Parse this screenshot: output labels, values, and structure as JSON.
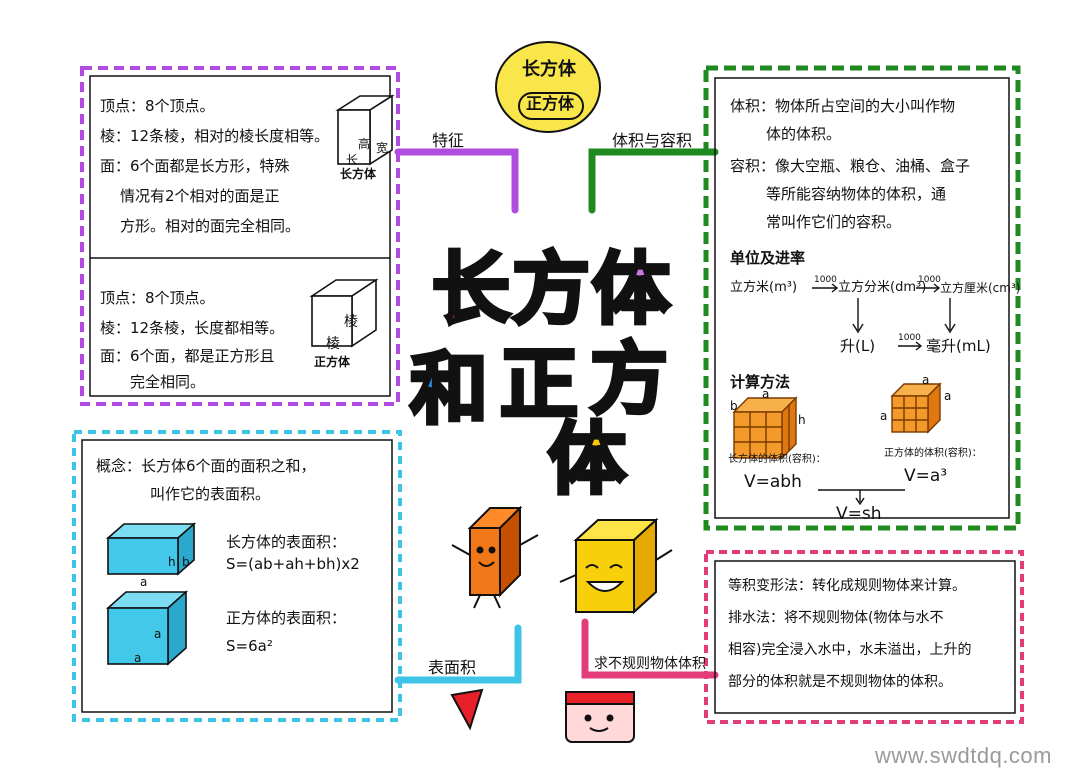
{
  "badge": {
    "top": "长方体",
    "bottom": "正方体"
  },
  "branches": {
    "features": "特征",
    "volume": "体积与容积",
    "surface": "表面积",
    "irregular": "求不规则物体体积"
  },
  "title": {
    "line1": [
      "长",
      "方",
      "体"
    ],
    "line2": [
      "和",
      "正",
      "方"
    ],
    "line3": [
      "体"
    ]
  },
  "features": {
    "cuboid": {
      "lines": [
        "顶点：8个顶点。",
        "棱：12条棱，相对的棱长度相等。",
        "面：6个面都是长方形，特殊",
        "情况有2个相对的面是正",
        "方形。相对的面完全相同。"
      ],
      "cube_labels": {
        "height": "高",
        "width": "宽",
        "length": "长",
        "caption": "长方体"
      }
    },
    "cube": {
      "lines": [
        "顶点：8个顶点。",
        "棱：12条棱，长度都相等。",
        "面：6个面，都是正方形且",
        "完全相同。"
      ],
      "cube_labels": {
        "edge1": "棱",
        "edge2": "棱",
        "caption": "正方体"
      }
    }
  },
  "volume": {
    "lines": [
      "体积：物体所占空间的大小叫作物",
      "体的体积。",
      "容积：像大空瓶、粮仓、油桶、盒子",
      "等所能容纳物体的体积，通",
      "常叫作它们的容积。"
    ],
    "units_title": "单位及进率",
    "units_row1": [
      "立方米(m³)",
      "立方分米(dm³)",
      "立方厘米(cm³)"
    ],
    "rate1": "1000",
    "rate2": "1000",
    "units_row2": [
      "升(L)",
      "毫升(mL)"
    ],
    "rate3": "1000",
    "calc_title": "计算方法",
    "cuboid_caption": "长方体的体积(容积)：",
    "cuboid_formula": "V=abh",
    "cube_caption": "正方体的体积(容积)：",
    "cube_formula": "V=a³",
    "common_formula": "V=sh",
    "dims": {
      "a": "a",
      "b": "b",
      "h": "h"
    }
  },
  "surface": {
    "lines": [
      "概念：长方体6个面的面积之和，",
      "叫作它的表面积。"
    ],
    "cuboid_title": "长方体的表面积：",
    "cuboid_formula": "S=(ab+ah+bh)x2",
    "cube_title": "正方体的表面积：",
    "cube_formula": "S=6a²",
    "dims": {
      "a": "a",
      "b": "b",
      "h": "h"
    }
  },
  "irregular": {
    "lines": [
      "等积变形法：转化成规则物体来计算。",
      "排水法：将不规则物体(物体与水不",
      "相容)完全浸入水中，水未溢出，上升的",
      "部分的体积就是不规则物体的体积。"
    ]
  },
  "watermark": "www.swdtdq.com",
  "colors": {
    "purple": "#b24be0",
    "green": "#1f8a1f",
    "cyan": "#3ec4e6",
    "pink": "#e23c7a",
    "red": "#e8202a",
    "orange": "#f08a1f",
    "yellow": "#f6d20a"
  }
}
